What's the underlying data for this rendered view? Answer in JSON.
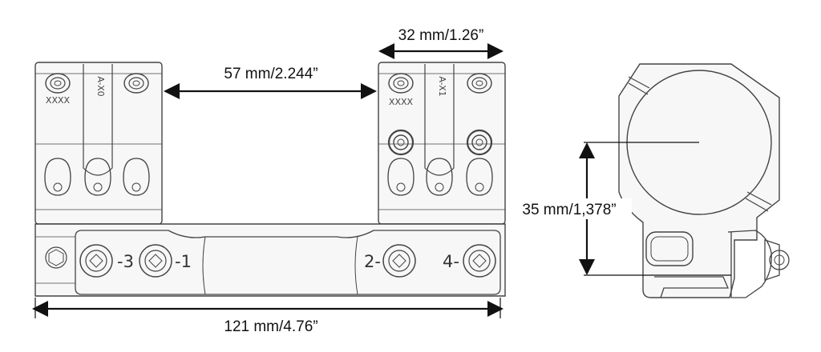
{
  "dimensions": {
    "ring_spacing": "57 mm/2.244”",
    "ring_width": "32 mm/1.26”",
    "total_length": "121 mm/4.76”",
    "center_height": "35 mm/1,378”"
  },
  "ring_markings": {
    "front_ring": "A-X0",
    "rear_ring": "A-X1",
    "serial_left": "XXXX",
    "serial_right": "XXXX"
  },
  "base_screw_labels": [
    "-3",
    "-1",
    "2-",
    "4-"
  ],
  "colors": {
    "line": "#444444",
    "arrow": "#111111",
    "fill": "#f7f7f7"
  }
}
